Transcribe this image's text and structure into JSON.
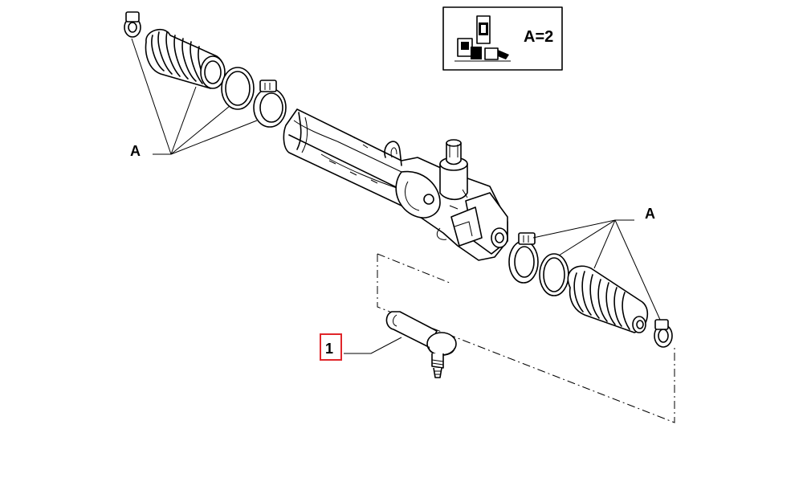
{
  "legend": {
    "text": "A=2"
  },
  "labels": {
    "group_left": "A",
    "group_right": "A",
    "part_callout": "1"
  },
  "colors": {
    "callout_border": "#e0262a",
    "line": "#000000"
  }
}
